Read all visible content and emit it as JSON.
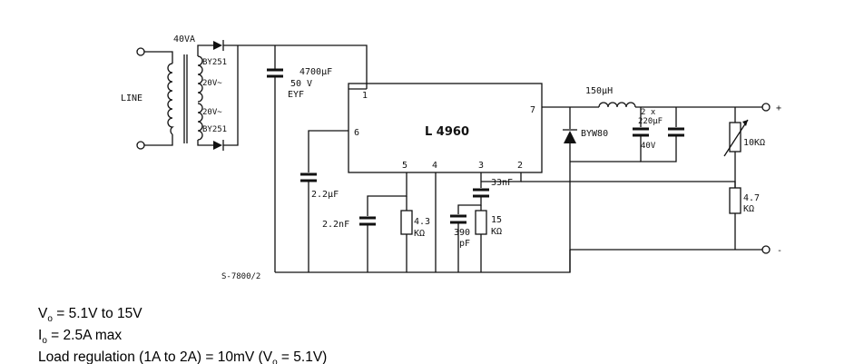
{
  "schematic": {
    "transformer_rating": "40VA",
    "diode_top": "BY251",
    "diode_bottom": "BY251",
    "winding_top": "20V~",
    "winding_bottom": "20V~",
    "line_label": "LINE",
    "cap_input_value": "4700µF",
    "cap_input_voltage": "50 V",
    "cap_input_type": "EYF",
    "ic_name": "L 4960",
    "pin_1": "1",
    "pin_2": "2",
    "pin_3": "3",
    "pin_4": "4",
    "pin_5": "5",
    "pin_6": "6",
    "pin_7": "7",
    "cap_softstart": "2.2µF",
    "cap_comp": "2.2nF",
    "res_comp_value": "4.3",
    "res_comp_unit": "KΩ",
    "cap_osc_value": "390",
    "cap_osc_unit": "pF",
    "res_osc_value": "15",
    "res_osc_unit": "KΩ",
    "cap_boot": "33nF",
    "inductor": "150µH",
    "diode_free": "BYW80",
    "cap_out_count": "2 x",
    "cap_out_value": "220µF",
    "cap_out_voltage": "40V",
    "pot_value": "10KΩ",
    "res_lower_value": "4.7",
    "res_lower_unit": "KΩ",
    "terminal_plus": "+",
    "terminal_minus": "-",
    "drawing_ref": "S-7800/2"
  },
  "specs": {
    "vo_symbol": "V",
    "vo_sub": "o",
    "vo_text": " = 5.1V to 15V",
    "io_symbol": "I",
    "io_sub": "o",
    "io_text": " = 2.5A max",
    "load_regulation": "Load regulation (1A to 2A) = 10mV (V",
    "load_regulation_sub": "o",
    "load_regulation_end": " = 5.1V)"
  }
}
